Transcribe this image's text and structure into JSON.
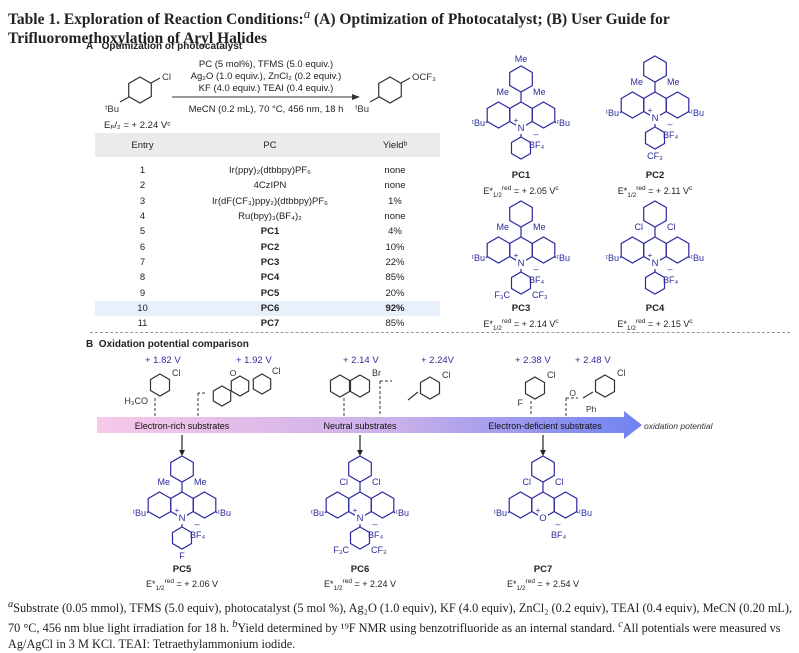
{
  "title": {
    "text": "Table 1. Exploration of Reaction Conditions:",
    "mark": "a",
    "rest": " (A) Optimization of Photocatalyst; (B) User Guide for Trifluoromethoxylation of Aryl Halides"
  },
  "sectionA": {
    "letter": "A",
    "title": "Optimization of photocatalyst",
    "conditions": [
      "PC (5 mol%), TFMS (5.0 equiv.)",
      "Ag₂O (1.0 equiv.), ZnCl₂ (0.2 equiv.)",
      "KF (4.0 equiv.) TEAI (0.4 equiv.)"
    ],
    "conditions_below": "MeCN (0.2 mL),  70 °C, 456 nm, 18 h",
    "substrate": {
      "cl": "Cl",
      "tbu": "ᵗBu",
      "potential": "Eₚ/₂ = + 2.24 Vᶜ"
    },
    "product": {
      "ocf3": "OCF₃",
      "tbu": "ᵗBu"
    }
  },
  "table": {
    "headers": [
      "Entry",
      "PC",
      "Yieldᵇ"
    ],
    "rows": [
      {
        "entry": "1",
        "pc": "Ir(ppy)₂(dtbbpy)PF₆",
        "yield": "none"
      },
      {
        "entry": "2",
        "pc": "4CzIPN",
        "yield": "none"
      },
      {
        "entry": "3",
        "pc": "Ir(dF(CF₃)ppy₂)(dtbbpy)PF₆",
        "yield": "1%"
      },
      {
        "entry": "4",
        "pc": "Ru(bpy)₃(BF₄)₂",
        "yield": "none"
      },
      {
        "entry": "5",
        "pc": "PC1",
        "yield": "4%"
      },
      {
        "entry": "6",
        "pc": "PC2",
        "yield": "10%"
      },
      {
        "entry": "7",
        "pc": "PC3",
        "yield": "22%"
      },
      {
        "entry": "8",
        "pc": "PC4",
        "yield": "85%"
      },
      {
        "entry": "9",
        "pc": "PC5",
        "yield": "20%"
      },
      {
        "entry": "10",
        "pc": "PC6",
        "yield": "92%"
      },
      {
        "entry": "11",
        "pc": "PC7",
        "yield": "85%"
      }
    ]
  },
  "catalysts": {
    "PC1": {
      "name": "PC1",
      "potential": "= + 2.05 V",
      "note": "c",
      "top": "Me",
      "ol": "Me",
      "or": "Me",
      "bp": "",
      "bml": "",
      "bmr": ""
    },
    "PC2": {
      "name": "PC2",
      "potential": "= + 2.11 V",
      "note": "c",
      "top": "",
      "ol": "Me",
      "or": "Me",
      "bp": "CF₃",
      "bml": "",
      "bmr": ""
    },
    "PC3": {
      "name": "PC3",
      "potential": "= + 2.14 V",
      "note": "c",
      "top": "",
      "ol": "Me",
      "or": "Me",
      "bp": "",
      "bml": "F₃C",
      "bmr": "CF₃"
    },
    "PC4": {
      "name": "PC4",
      "potential": "= + 2.15 V",
      "note": "c",
      "top": "",
      "ol": "Cl",
      "or": "Cl",
      "bp": "",
      "bml": "",
      "bmr": ""
    },
    "PC5": {
      "name": "PC5",
      "potential": "= + 2.06 V",
      "note": "",
      "top": "",
      "ol": "Me",
      "or": "Me",
      "bp": "F",
      "bml": "",
      "bmr": ""
    },
    "PC6": {
      "name": "PC6",
      "potential": "= + 2.24 V",
      "note": "",
      "top": "",
      "ol": "Cl",
      "or": "Cl",
      "bp": "",
      "bml": "F₃C",
      "bmr": "CF₃"
    },
    "PC7": {
      "name": "PC7",
      "potential": "= + 2.54 V",
      "note": "",
      "top": "",
      "ol": "Cl",
      "or": "Cl",
      "bp": "",
      "bml": "",
      "bmr": ""
    }
  },
  "common": {
    "tbu": "ᵗBu",
    "n": "N",
    "o": "O",
    "plus": "+",
    "minus": "–",
    "bf4": "BF₄",
    "e": "E*",
    "sub": "1/2",
    "sup": "red"
  },
  "sectionB": {
    "letter": "B",
    "title": "Oxidation potential comparison",
    "values": [
      "+ 1.82 V",
      "+ 1.92 V",
      "+ 2.14 V",
      "+ 2.24V",
      "+ 2.38 V",
      "+ 2.48 V"
    ],
    "labels": {
      "ome": "H₃CO",
      "cl": "Cl",
      "br": "Br",
      "f": "F",
      "o": "O",
      "ph": "Ph"
    },
    "bands": [
      "Electron-rich substrates",
      "Neutral substrates",
      "Electron-deficient substrates"
    ],
    "axis": "oxidation potential",
    "colors": {
      "start": "#f8c8e8",
      "mid": "#c9b0ea",
      "end": "#6f82f2"
    }
  },
  "footnote": {
    "a": "a",
    "a_text": "Substrate (0.05 mmol), TFMS (5.0 equiv), photocatalyst (5 mol %), Ag₂O (1.0 equiv), KF (4.0 equiv), ZnCl₂ (0.2 equiv), TEAI (0.4 equiv), MeCN (0.20 mL), 70 °C, 456 nm blue light irradiation for 18 h. ",
    "b": "b",
    "b_text": "Yield determined by ¹⁹F NMR using benzotrifluoride as an internal standard. ",
    "c": "c",
    "c_text": "All potentials were measured vs Ag/AgCl in 3 M KCl. TEAI: Tetraethylammonium iodide."
  }
}
